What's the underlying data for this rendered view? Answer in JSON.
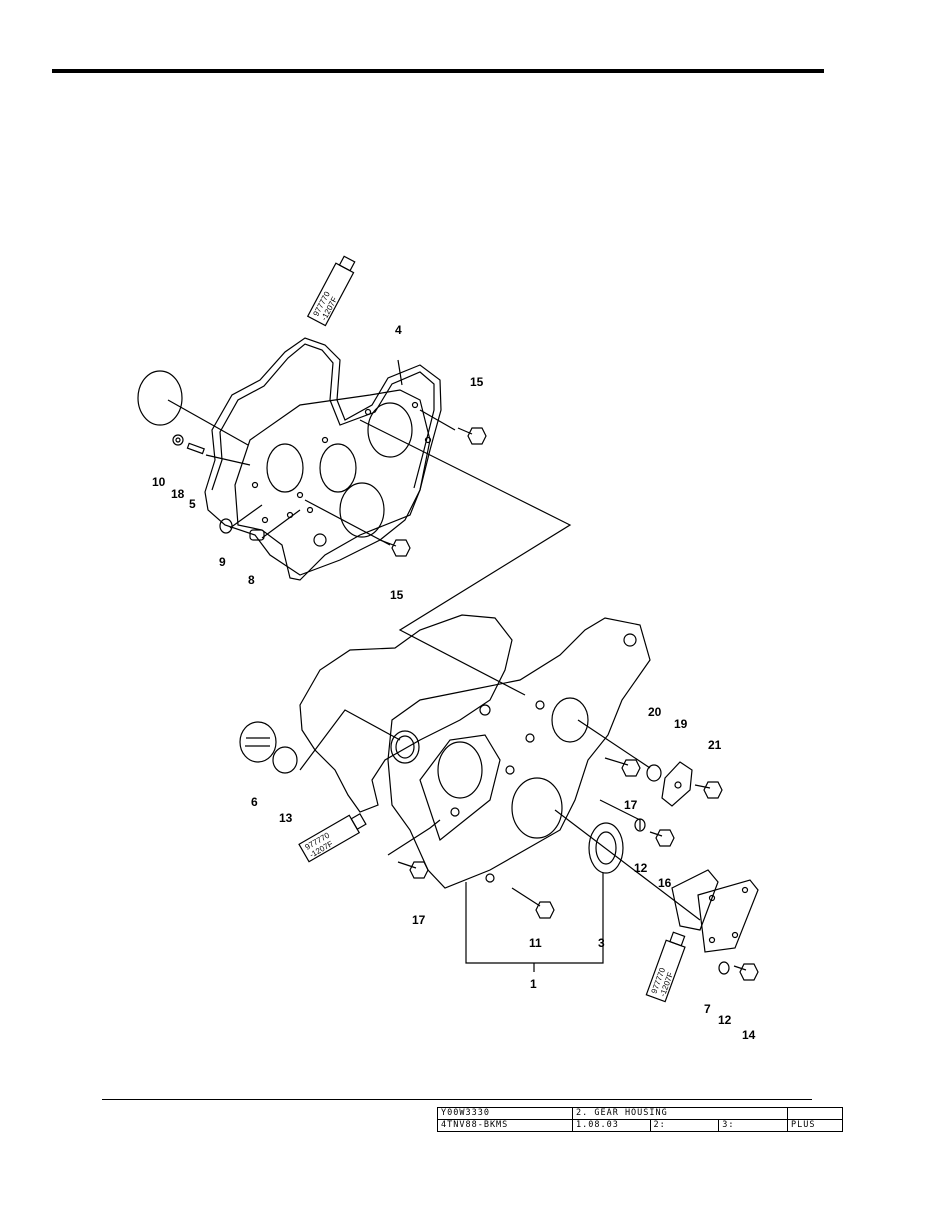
{
  "diagram": {
    "callouts": {
      "c1": "1",
      "c3": "3",
      "c4": "4",
      "c5": "5",
      "c6": "6",
      "c7": "7",
      "c8": "8",
      "c9": "9",
      "c10": "10",
      "c11": "11",
      "c12a": "12",
      "c12b": "12",
      "c13": "13",
      "c14": "14",
      "c15a": "15",
      "c15b": "15",
      "c16": "16",
      "c17a": "17",
      "c17b": "17",
      "c18": "18",
      "c19": "19",
      "c20": "20",
      "c21": "21"
    },
    "sealant_tube": {
      "line1": "977770",
      "line2": "-1207F"
    }
  },
  "title_block": {
    "row1": {
      "code": "Y00W3330",
      "title": "2. GEAR HOUSING",
      "blank": "",
      "blank2": ""
    },
    "row2": {
      "model": "4TNV88-BKMS",
      "date": "1.08.03",
      "field2": "2:",
      "field3": "3:",
      "plus": "PLUS"
    }
  }
}
